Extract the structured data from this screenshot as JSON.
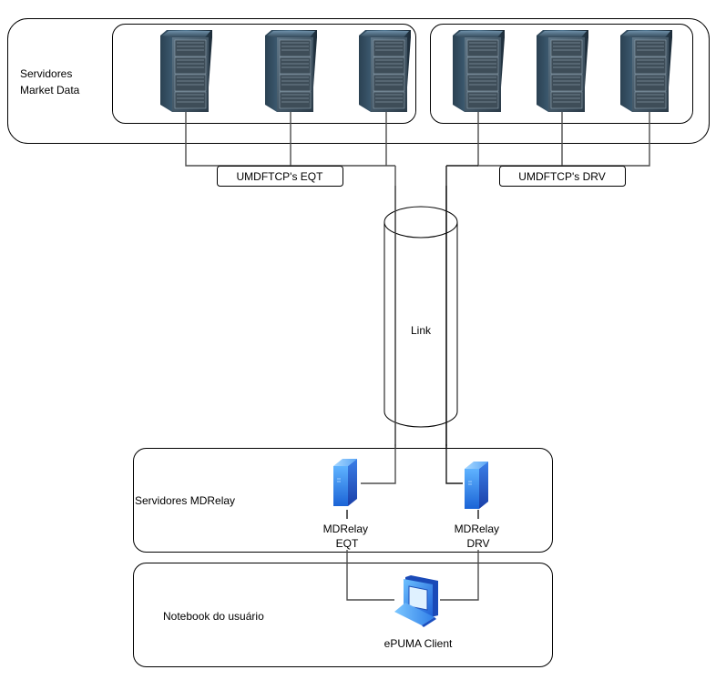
{
  "groups": {
    "market_data": {
      "label_line1": "Servidores",
      "label_line2": "Market Data"
    },
    "mdrelay": {
      "label": "Servidores MDRelay"
    },
    "notebook": {
      "label": "Notebook do usuário"
    }
  },
  "server_racks": {
    "eqt": [
      "rack-eqt-1",
      "rack-eqt-2",
      "rack-eqt-3"
    ],
    "drv": [
      "rack-drv-1",
      "rack-drv-2",
      "rack-drv-3"
    ]
  },
  "connections": {
    "eqt_label": "UMDFTCP's EQT",
    "drv_label": "UMDFTCP's DRV"
  },
  "link": {
    "label": "Link"
  },
  "relays": {
    "eqt": {
      "line1": "MDRelay",
      "line2": "EQT"
    },
    "drv": {
      "line1": "MDRelay",
      "line2": "DRV"
    }
  },
  "client": {
    "label": "ePUMA Client"
  },
  "colors": {
    "rack_dark": "#1c2a36",
    "rack_mid": "#3b5a72",
    "server_blue": "#1e6fe0",
    "laptop_blue": "#3a8ef0"
  }
}
